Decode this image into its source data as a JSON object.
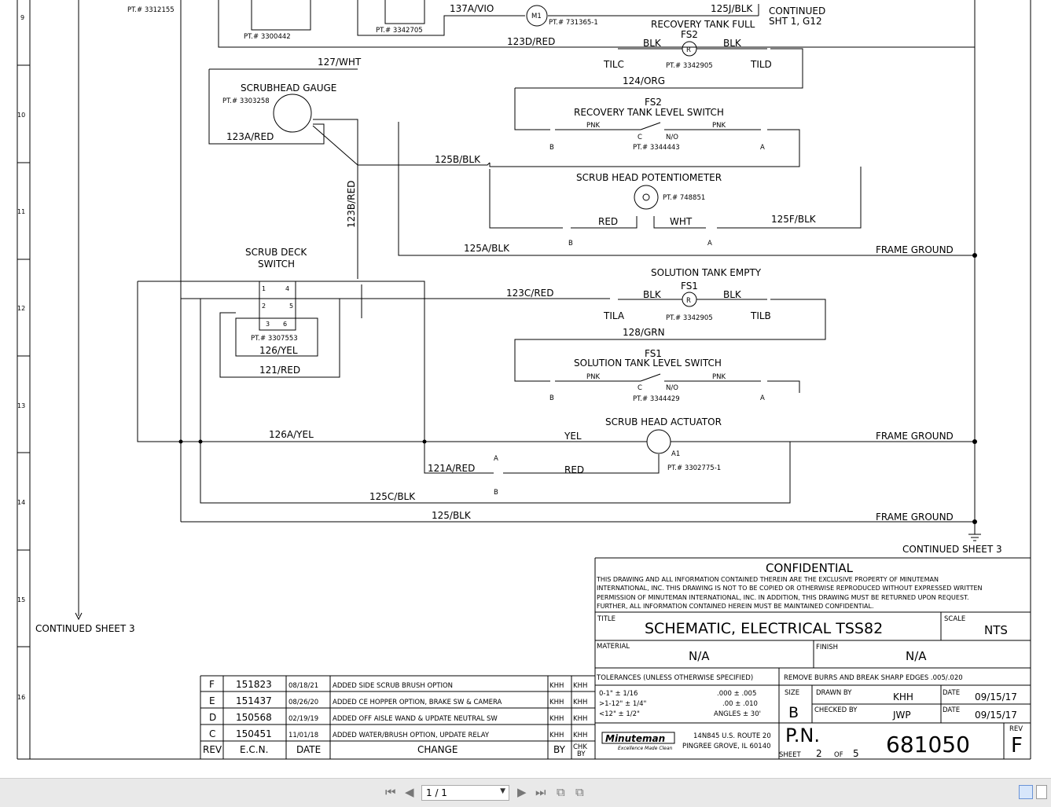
{
  "rows": [
    "9",
    "10",
    "11",
    "12",
    "13",
    "14",
    "15",
    "16"
  ],
  "top": {
    "pt_3312155": "PT.# 3312155",
    "pt_3300442": "PT.# 3300442",
    "pt_3342705": "PT.# 3342705",
    "wire_137a": "137A/VIO",
    "motor_m1": "M1",
    "pt_731365": "PT.# 731365-1",
    "wire_125j": "125J/BLK",
    "continued_1": "CONTINUED",
    "continued_2": "SHT 1, G12",
    "recovery_full": "RECOVERY TANK FULL",
    "wire_123d": "123D/RED",
    "wire_127": "127/WHT",
    "fs2_a": "FS2",
    "blk_a": "BLK",
    "blk_b": "BLK",
    "r_a": "R",
    "tilc": "TILC",
    "tild": "TILD",
    "pt_3342905_a": "PT.# 3342905",
    "wire_124": "124/ORG"
  },
  "gauge": {
    "title": "SCRUBHEAD GAUGE",
    "pt": "PT.# 3303258",
    "wire_123a": "123A/RED",
    "wire_123b": "123B/RED",
    "wire_125b": "125B/BLK"
  },
  "recovery_switch": {
    "fs2": "FS2",
    "title": "RECOVERY TANK LEVEL SWITCH",
    "pnk_l": "PNK",
    "pnk_r": "PNK",
    "c": "C",
    "no": "N/O",
    "b": "B",
    "a": "A",
    "pt": "PT.# 3344443"
  },
  "pot": {
    "title": "SCRUB HEAD POTENTIOMETER",
    "pt": "PT.# 748851",
    "red": "RED",
    "wht": "WHT",
    "b": "B",
    "a": "A",
    "wire_125f": "125F/BLK",
    "wire_125a": "125A/BLK",
    "frame_ground": "FRAME GROUND"
  },
  "deck_switch": {
    "title_1": "SCRUB DECK",
    "title_2": "SWITCH",
    "n1": "1",
    "n2": "2",
    "n3": "3",
    "n4": "4",
    "n5": "5",
    "n6": "6",
    "pt": "PT.# 3307553",
    "wire_126": "126/YEL",
    "wire_121": "121/RED"
  },
  "solution_empty": {
    "title": "SOLUTION TANK EMPTY",
    "fs1": "FS1",
    "wire_123c": "123C/RED",
    "blk_l": "BLK",
    "blk_r": "BLK",
    "r": "R",
    "tila": "TILA",
    "tilb": "TILB",
    "pt": "PT.# 3342905",
    "wire_128": "128/GRN"
  },
  "solution_switch": {
    "fs1": "FS1",
    "title": "SOLUTION TANK LEVEL SWITCH",
    "pnk_l": "PNK",
    "pnk_r": "PNK",
    "c": "C",
    "no": "N/O",
    "b": "B",
    "a": "A",
    "pt": "PT.# 3344429"
  },
  "actuator": {
    "title": "SCRUB HEAD ACTUATOR",
    "wire_126a": "126A/YEL",
    "yel": "YEL",
    "a_conn": "A",
    "wire_121a": "121A/RED",
    "red": "RED",
    "b_conn": "B",
    "a1": "A1",
    "pt": "PT.# 3302775-1",
    "frame_ground": "FRAME GROUND",
    "wire_125c": "125C/BLK",
    "wire_125": "125/BLK",
    "frame_ground_2": "FRAME GROUND"
  },
  "continued_sheet_3_right": "CONTINUED SHEET 3",
  "continued_sheet_3_left": "CONTINUED SHEET 3",
  "title_block": {
    "confidential": "CONFIDENTIAL",
    "conf_text": [
      "THIS DRAWING AND ALL INFORMATION CONTAINED THEREIN ARE THE EXCLUSIVE PROPERTY OF MINUTEMAN",
      "INTERNATIONAL, INC. THIS DRAWING IS NOT TO BE COPIED OR OTHERWISE REPRODUCED WITHOUT EXPRESSED WRITTEN",
      "PERMISSION OF MINUTEMAN INTERNATIONAL, INC. IN ADDITION, THIS DRAWING MUST BE RETURNED UPON REQUEST.",
      "FURTHER, ALL INFORMATION CONTAINED HEREIN MUST BE MAINTAINED CONFIDENTIAL."
    ],
    "title_label": "TITLE",
    "title": "SCHEMATIC, ELECTRICAL TSS82",
    "scale_label": "SCALE",
    "scale": "NTS",
    "material_label": "MATERIAL",
    "material": "N/A",
    "finish_label": "FINISH",
    "finish": "N/A",
    "tolerances": "TOLERANCES (UNLESS OTHERWISE SPECIFIED)",
    "remove_burrs": "REMOVE BURRS AND BREAK SHARP EDGES .005/.020",
    "tol_1": "0-1\"   ± 1/16",
    "tol_2": ">1-12\"  ± 1/4\"",
    "tol_3": "<12\"    ± 1/2\"",
    "tol_4": ".000 ± .005",
    "tol_5": ".00 ± .010",
    "tol_6": "ANGLES ± 30'",
    "size_label": "SIZE",
    "size": "B",
    "drawn_by_label": "DRAWN BY",
    "drawn_by": "KHH",
    "checked_by_label": "CHECKED BY",
    "checked_by": "JWP",
    "date_label_1": "DATE",
    "date_1": "09/15/17",
    "date_label_2": "DATE",
    "date_2": "09/15/17",
    "logo": "Minuteman",
    "logo_sub": "Excellence Made Clean",
    "address_1": "14N845 U.S. ROUTE 20",
    "address_2": "PINGREE GROVE, IL 60140",
    "pn_label": "P.N.",
    "pn": "681050",
    "rev_label": "REV",
    "rev": "F",
    "sheet_label": "SHEET",
    "sheet": "2",
    "of_label": "OF",
    "of": "5"
  },
  "revisions": {
    "rows": [
      {
        "rev": "F",
        "ecn": "151823",
        "date": "08/18/21",
        "change": "ADDED SIDE SCRUB BRUSH OPTION",
        "by": "KHH",
        "chk": "KHH"
      },
      {
        "rev": "E",
        "ecn": "151437",
        "date": "08/26/20",
        "change": "ADDED CE HOPPER OPTION, BRAKE SW & CAMERA",
        "by": "KHH",
        "chk": "KHH"
      },
      {
        "rev": "D",
        "ecn": "150568",
        "date": "02/19/19",
        "change": "ADDED OFF AISLE WAND & UPDATE NEUTRAL SW",
        "by": "KHH",
        "chk": "KHH"
      },
      {
        "rev": "C",
        "ecn": "150451",
        "date": "11/01/18",
        "change": "ADDED WATER/BRUSH OPTION, UPDATE RELAY",
        "by": "KHH",
        "chk": "KHH"
      }
    ],
    "headers": {
      "rev": "REV",
      "ecn": "E.C.N.",
      "date": "DATE",
      "change": "CHANGE",
      "by": "BY",
      "chk_1": "CHK",
      "chk_2": "BY"
    }
  },
  "viewer": {
    "page_indicator": "1 / 1"
  }
}
